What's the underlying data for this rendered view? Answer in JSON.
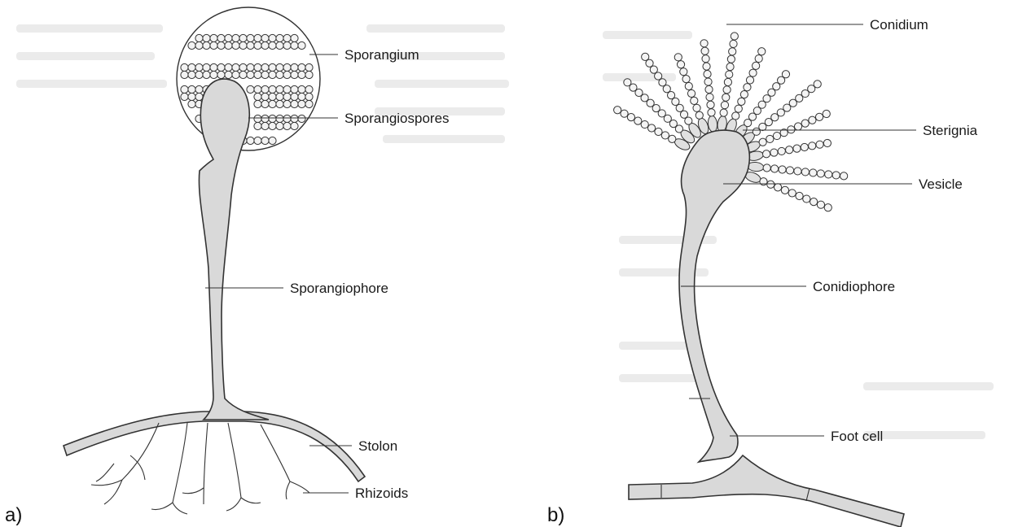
{
  "panels": {
    "a": {
      "letter": "a)",
      "labels": {
        "sporangium": "Sporangium",
        "sporangiospores": "Sporangiospores",
        "sporangiophore": "Sporangiophore",
        "stolon": "Stolon",
        "rhizoids": "Rhizoids"
      }
    },
    "b": {
      "letter": "b)",
      "labels": {
        "conidium": "Conidium",
        "sterignia": "Sterignia",
        "vesicle": "Vesicle",
        "conidiophore": "Conidiophore",
        "foot_cell": "Foot cell"
      }
    }
  },
  "colors": {
    "fill": "#d9d9d9",
    "ink": "#333333",
    "background_text": "#ebebeb"
  }
}
